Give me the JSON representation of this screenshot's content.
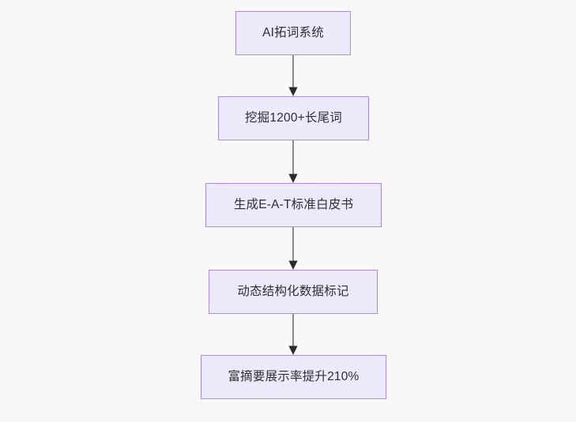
{
  "diagram": {
    "title": "AI SEO content pipeline flowchart",
    "background_color": "#f8f8f8",
    "node_fill_color": "#ece9fb",
    "node_border_color": "#ab8ee0",
    "node_text_color": "#2f2f33",
    "edge_line_color": "#8c8c8c",
    "edge_arrow_color": "#2b2b2b",
    "orientation": "top-to-bottom",
    "nodes": [
      {
        "id": "n1",
        "label": "AI拓词系统"
      },
      {
        "id": "n2",
        "label": "挖掘1200+长尾词"
      },
      {
        "id": "n3",
        "label": "生成E-A-T标准白皮书"
      },
      {
        "id": "n4",
        "label": "动态结构化数据标记"
      },
      {
        "id": "n5",
        "label": "富摘要展示率提升210%"
      }
    ],
    "edges": [
      {
        "from": "n1",
        "to": "n2",
        "label": ""
      },
      {
        "from": "n2",
        "to": "n3",
        "label": ""
      },
      {
        "from": "n3",
        "to": "n4",
        "label": ""
      },
      {
        "from": "n4",
        "to": "n5",
        "label": ""
      }
    ]
  }
}
